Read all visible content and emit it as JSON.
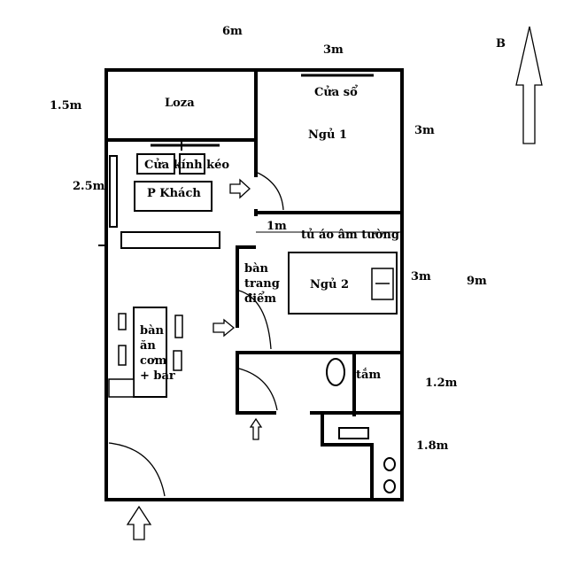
{
  "compass": {
    "north_label": "B",
    "arrow_icon": "north-arrow-icon"
  },
  "dimensions": {
    "top_width": "6m",
    "bedroom1_width": "3m",
    "loza_depth": "1.5m",
    "living_depth": "2.5m",
    "bedroom1_depth": "3m",
    "bedroom2_depth": "3m",
    "total_length": "9m",
    "bath_depth": "1.2m",
    "laundry_depth": "1.8m",
    "wardrobe_depth": "1m"
  },
  "rooms": {
    "loza": "Loza",
    "window": "Cửa sổ",
    "bedroom1": "Ngủ 1",
    "sliding_door": "Cửa kính kéo",
    "living_room": "P Khách",
    "wardrobe": "tủ áo âm tường",
    "dressing_table": "bàn trang điểm",
    "bedroom2": "Ngủ 2",
    "dining": "bàn ăn cơm + bar",
    "shower": "tắm"
  }
}
